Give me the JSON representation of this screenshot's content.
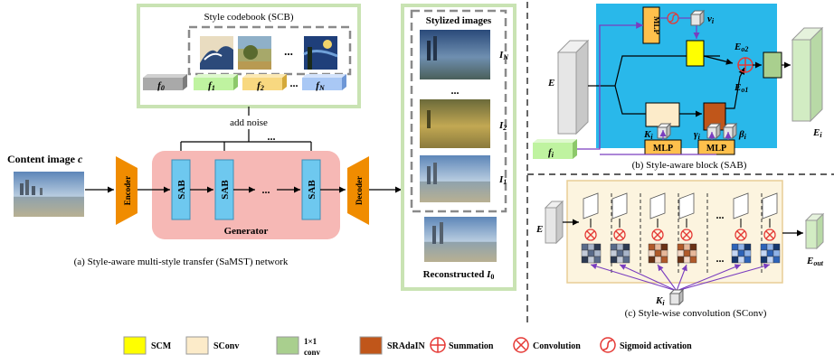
{
  "colors": {
    "green_box": "#c9e3b3",
    "generator_bg": "#f6b8b5",
    "sab_blue": "#6ec8ef",
    "encoder_orange": "#f08c00",
    "sab_panel": "#29b8ea",
    "scm_yellow": "#ffff00",
    "sconv_cream": "#fcebc9",
    "conv_green": "#a9cf8e",
    "sradain_brown": "#c0561a",
    "mlp_gold": "#ffc04c",
    "purple": "#7a3dbf",
    "red": "#e53935",
    "f0_gray": "#a9a9a9",
    "f1_green": "#bff3a0",
    "f2_yellow": "#f8d880",
    "fN_blue": "#a9c8f5"
  },
  "panel_a": {
    "scb_title": "Style codebook (SCB)",
    "codes": [
      {
        "base": "f",
        "sub": "0"
      },
      {
        "base": "f",
        "sub": "1"
      },
      {
        "base": "f",
        "sub": "2"
      },
      {
        "base": "f",
        "sub": "N"
      }
    ],
    "ellipsis": "...",
    "add_noise": "add noise",
    "content_label": "Content image ",
    "content_var": "c",
    "encoder": "Encoder",
    "decoder": "Decoder",
    "sab": "SAB",
    "generator": "Generator",
    "caption": "(a) Style-aware multi-style transfer (SaMST) network"
  },
  "stylized": {
    "title": "Stylized images",
    "labels": [
      {
        "base": "I",
        "sub": "N"
      },
      {
        "base": "I",
        "sub": "2"
      },
      {
        "base": "I",
        "sub": "1"
      }
    ],
    "dots": "...",
    "reconstructed": "Reconstructed ",
    "recon_var": {
      "base": "I",
      "sub": "0"
    }
  },
  "panel_b": {
    "mlp": "MLP",
    "v": {
      "base": "v",
      "sub": "i"
    },
    "E": "E",
    "Eo2": {
      "base": "E",
      "sub": "o2"
    },
    "Eo1": {
      "base": "E",
      "sub": "o1"
    },
    "K": {
      "base": "K",
      "sub": "i"
    },
    "gamma": {
      "base": "γ",
      "sub": "i"
    },
    "beta": {
      "base": "β",
      "sub": "i"
    },
    "f": {
      "base": "f",
      "sub": "i"
    },
    "Ei": {
      "base": "E",
      "sub": "i"
    },
    "caption": "(b) Style-aware block (SAB)"
  },
  "panel_c": {
    "E": "E",
    "Eout": {
      "base": "E",
      "sub": "out"
    },
    "K": {
      "base": "K",
      "sub": "i"
    },
    "dots": "...",
    "caption": "(c) Style-wise convolution (SConv)"
  },
  "legend": [
    {
      "key": "scm",
      "label": "SCM"
    },
    {
      "key": "sconv",
      "label": "SConv"
    },
    {
      "key": "conv",
      "label": "1×1",
      "label2": "conv"
    },
    {
      "key": "sradain",
      "label": "SRAdaIN"
    },
    {
      "key": "summation",
      "label": "Summation"
    },
    {
      "key": "convolution",
      "label": "Convolution"
    },
    {
      "key": "sigmoid",
      "label": "Sigmoid activation"
    }
  ]
}
